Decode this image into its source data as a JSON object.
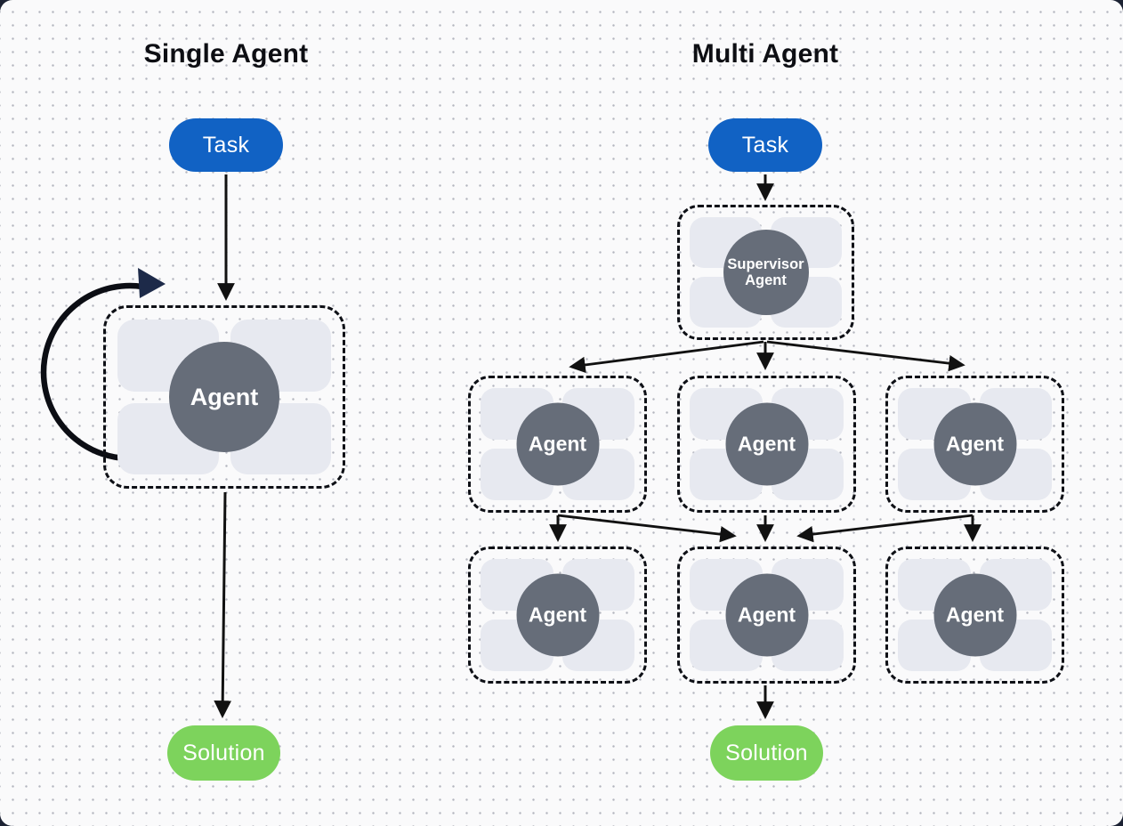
{
  "colors": {
    "task_pill_blue": "#1162c4",
    "solution_pill_green": "#7dd35c",
    "agent_circle_gray": "#666d79",
    "tool_chip_gray": "#e7e9f0",
    "connector_black": "#111111",
    "loop_arrowhead_navy": "#1d2a49",
    "canvas_background": "#fafafb",
    "grid_dot": "#b3b5bf"
  },
  "diagram": {
    "left": {
      "title": "Single Agent",
      "task": "Task",
      "agent": "Agent",
      "solution": "Solution"
    },
    "right": {
      "title": "Multi Agent",
      "task": "Task",
      "supervisor": {
        "line1": "Supervisor",
        "line2": "Agent"
      },
      "agents": [
        "Agent",
        "Agent",
        "Agent",
        "Agent",
        "Agent",
        "Agent"
      ],
      "solution": "Solution"
    }
  }
}
